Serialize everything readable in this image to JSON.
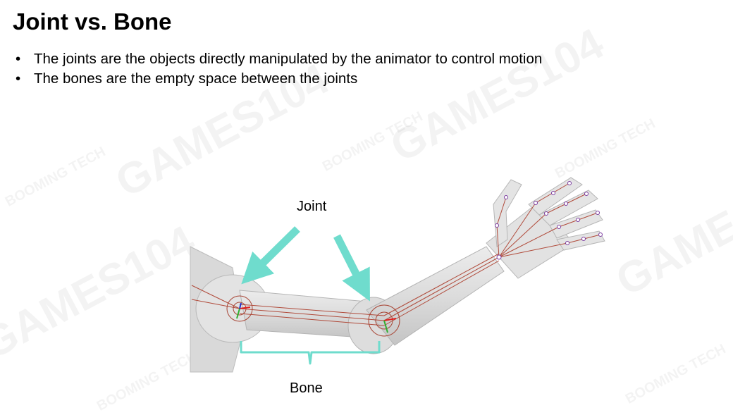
{
  "slide": {
    "title": "Joint vs. Bone",
    "bullets": [
      "The joints are the objects directly manipulated by the animator to control motion",
      "The bones are the empty space between the joints"
    ]
  },
  "figure": {
    "joint_label": "Joint",
    "bone_label": "Bone",
    "accent_color": "#6fdccd",
    "bone_line_color": "#b04a3a"
  },
  "watermarks": {
    "brand": "GAMES104",
    "logo_text": "BOOMING TECH"
  }
}
